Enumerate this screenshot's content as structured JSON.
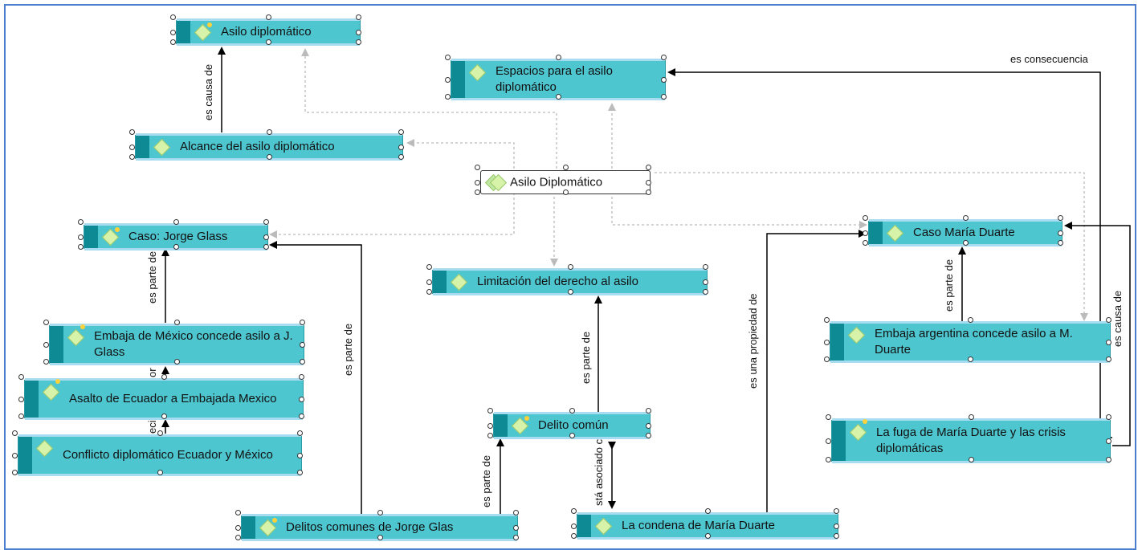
{
  "nodes": {
    "asilo_diplomatico_top": "Asilo diplomático",
    "espacios": "Espacios para el asilo diplomático",
    "alcance": "Alcance del asilo diplomático",
    "root": "Asilo Diplomático",
    "caso_glass": "Caso: Jorge Glass",
    "caso_duarte": "Caso María Duarte",
    "limitacion": "Limitación del derecho al asilo",
    "embaja_mexico": "Embaja de México concede asilo a J. Glass",
    "embaja_argentina": "Embaja argentina concede asilo a M. Duarte",
    "asalto": "Asalto de Ecuador a Embajada Mexico",
    "conflicto": "Conflicto diplomático Ecuador y México",
    "delito_comun": "Delito común",
    "fuga": "La fuga de  María Duarte y las crisis diplomáticas",
    "delitos_glas": "Delitos comunes de Jorge Glas",
    "condena": "La condena de María Duarte"
  },
  "links": {
    "es_causa_de_1": "es causa de",
    "es_consecuencia": "es consecuencia",
    "es_parte_de_1": "es parte de",
    "es_parte_de_2": "es parte de",
    "es_parte_de_3": "es parte de",
    "es_parte_de_4": "es parte de",
    "es_parte_de_5": "es parte de",
    "es_propiedad": "es una propiedad de",
    "esta_asociado": "stá asociado cor",
    "es_causa_de_2": "es causa de",
    "frag_or": "or",
    "frag_eci": "eci"
  }
}
